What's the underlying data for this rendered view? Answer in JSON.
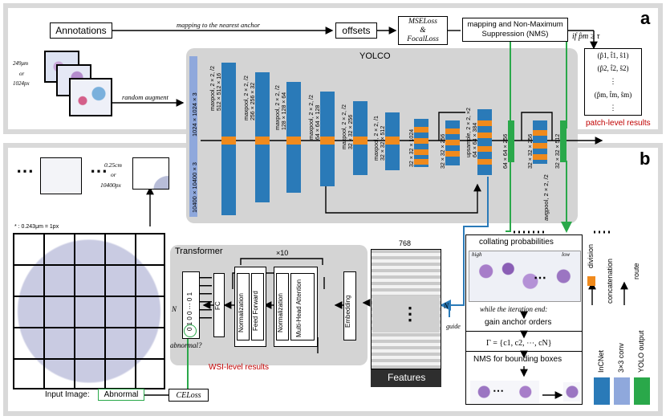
{
  "panels": {
    "a": "a",
    "b": "b"
  },
  "top": {
    "annotations": "Annotations",
    "mapping_nearest": "mapping to the nearest anchor",
    "offsets": "offsets",
    "mse_line1": "MSELoss",
    "mse_amp": "&",
    "mse_line2": "FocalLoss",
    "nms_line1": "mapping and Non-Maximum",
    "nms_line2": "Suppression (NMS)",
    "condition": "if p̂m ≥ τ",
    "patch_results": "patch-level results",
    "size_249": "249μm",
    "size_or": "or",
    "size_1024": "1024px",
    "random_augment": "random augment",
    "tuples": [
      "(p̂1, t̂1, ŝ1)",
      "(p̂2, t̂2, ŝ2)",
      "⋮",
      "(p̂m, t̂m, ŝm)",
      "⋮"
    ]
  },
  "yolco": {
    "title": "YOLCO",
    "input_top": "1024 × 1024 × 3",
    "input_bottom": "10400 × 10400 × 3",
    "layers": [
      "maxpool, 2 × 2, /2|512 × 512 × 16",
      "maxpool, 2 × 2, /2|256 × 256 × 32",
      "maxpool, 2 × 2, /2|128 × 128 × 64",
      "maxpool, 2 × 2, /2|64 × 64 × 128",
      "maxpool, 2 × 2, /2|32 × 32 × 256",
      "maxpool, 2 × 2, /1|32 × 32 × 512",
      "32 × 32 × 1024",
      "32 × 32 × 256",
      "upsample, 2 × 2, ×2|64 × 64 × 384",
      "64 × 64 × 256",
      "32 × 32 × 256",
      "32 × 32 × 512"
    ],
    "avgpool": "avgpool, 2 × 2, /2"
  },
  "left": {
    "dots": "⋯",
    "size_025": "0.25cm",
    "size_or": "or",
    "size_10400": "10400px",
    "scale_note": "* : 0.243μm = 1px",
    "input_label": "Input Image:",
    "abnormal_box": "Abnormal",
    "celoss": "CELoss"
  },
  "transformer": {
    "title": "Transformer",
    "x10": "×10",
    "n_label": "N",
    "fc": "FC",
    "norm1": "Normalization",
    "feed_forward": "Feed Forward",
    "norm2": "Normalization",
    "mha": "Multi-Head Attention",
    "embedding": "Embedding",
    "binary": "0 1 0 0 ⋯ 0 1",
    "abnormal_q": "abnormal?",
    "wsi_results": "WSI-level results"
  },
  "features": {
    "dim": "768",
    "n_label": "N",
    "dots": "⋮",
    "label": "Features",
    "guide": "guide"
  },
  "collate": {
    "title": "collating probabilities",
    "high": "high",
    "low": "low",
    "dots": "⋯",
    "while_line": "while the iteration end:",
    "gain": "gain anchor orders",
    "gamma": "Γ = {c1, c2, ⋯, cN}",
    "nms": "NMS for bounding boxes"
  },
  "legend": {
    "division": "division",
    "concatenation": "concatenation",
    "route": "route",
    "incnet": "InCNet",
    "conv": "3×3 conv",
    "yolo_output": "YOLO output"
  },
  "colors": {
    "blue": "#2a7ab8",
    "lightblue": "#8fa8dc",
    "green": "#2aa84a",
    "orange": "#f08a1c",
    "gray_panel": "#d9d9d9",
    "red": "#c00000"
  }
}
